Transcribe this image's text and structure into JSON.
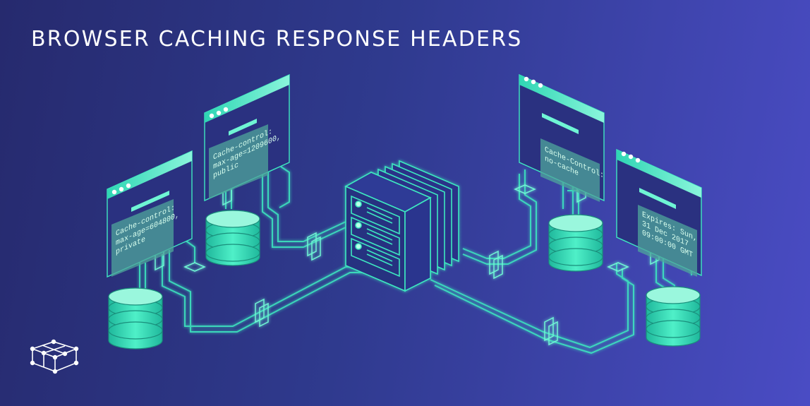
{
  "title": "BROWSER CACHING RESPONSE HEADERS",
  "colors": {
    "accent": "#3ee8c0",
    "accent_dark": "#1faa94",
    "bg_left": "#262a6e",
    "bg_right": "#4a4cc4"
  },
  "windows": [
    {
      "id": "left-front",
      "lines": [
        "Cache-control:",
        "max-age=604800,",
        "private"
      ]
    },
    {
      "id": "left-back",
      "lines": [
        "Cache-control:",
        "max-age=1209600,",
        "public"
      ]
    },
    {
      "id": "right-back",
      "lines": [
        "Cache-Control:",
        "no-cache"
      ]
    },
    {
      "id": "right-front",
      "lines": [
        "Expires: Sun,",
        "31 Dec 2017",
        "09:00:00 GMT"
      ]
    }
  ],
  "logo": {
    "icon": "network-cube-logo"
  }
}
